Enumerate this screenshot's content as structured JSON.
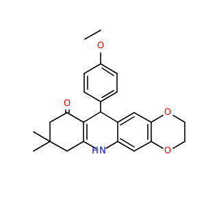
{
  "colors": {
    "background": "#ffffff",
    "bond": "#000000",
    "oxygen": "#ff0000",
    "nitrogen": "#0000ff"
  },
  "atoms": {
    "methoxy_o": "O",
    "carbonyl_o": "O",
    "dioxane_o_upper": "O",
    "dioxane_o_lower": "O",
    "amine_n": "N",
    "amine_h": "H"
  }
}
